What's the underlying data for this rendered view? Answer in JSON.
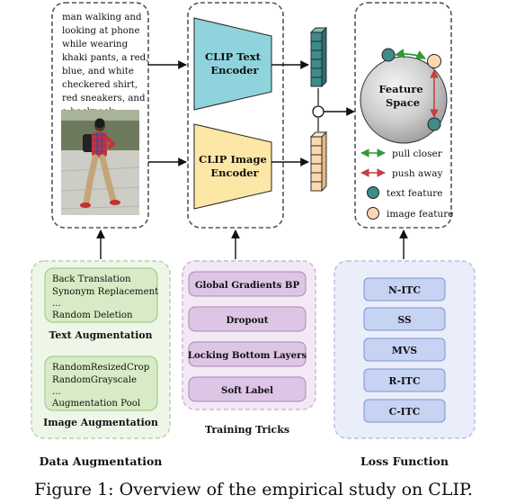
{
  "caption": "Figure 1: Overview of the empirical study on CLIP.",
  "input_panel": {
    "caption_lines": [
      "man walking and",
      "looking at phone",
      "while wearing",
      "khaki pants, a red,",
      "blue, and white",
      "checkered shirt,",
      "red sneakers, and",
      "a backpack."
    ]
  },
  "encoders": {
    "text": [
      "CLIP Text",
      "Encoder"
    ],
    "image": [
      "CLIP Image",
      "Encoder"
    ]
  },
  "feature_space": {
    "label": [
      "Feature",
      "Space"
    ],
    "legend": {
      "pull": "pull closer",
      "push": "push away",
      "text_feature": "text feature",
      "image_feature": "image feature"
    }
  },
  "data_augmentation": {
    "text_items": [
      "Back Translation",
      "Synonym Replacement",
      "...",
      "Random Deletion"
    ],
    "text_title": "Text Augmentation",
    "image_items": [
      "RandomResizedCrop",
      "RandomGrayscale",
      "...",
      "Augmentation Pool"
    ],
    "image_title": "Image Augmentation",
    "section_title": "Data Augmentation"
  },
  "training_tricks": {
    "items": [
      "Global Gradients BP",
      "Dropout",
      "Locking Bottom Layers",
      "Soft Label"
    ],
    "title": "Training Tricks"
  },
  "loss_function": {
    "items": [
      "N-ITC",
      "SS",
      "MVS",
      "R-ITC",
      "C-ITC"
    ],
    "title": "Loss Function"
  },
  "colors": {
    "text_encoder": "#8fd4dc",
    "image_encoder": "#fde7a6",
    "text_feature": "#3d8c8a",
    "image_feature": "#fcd8b0",
    "pull_arrow": "#2e9a38",
    "push_arrow": "#c44040",
    "aug_bg": "#eef6e8",
    "aug_box": "#d7ecc6",
    "tricks_bg": "#f3e9f5",
    "tricks_box": "#ddc5e6",
    "loss_bg": "#eaeefa",
    "loss_box": "#c7d3f3"
  }
}
